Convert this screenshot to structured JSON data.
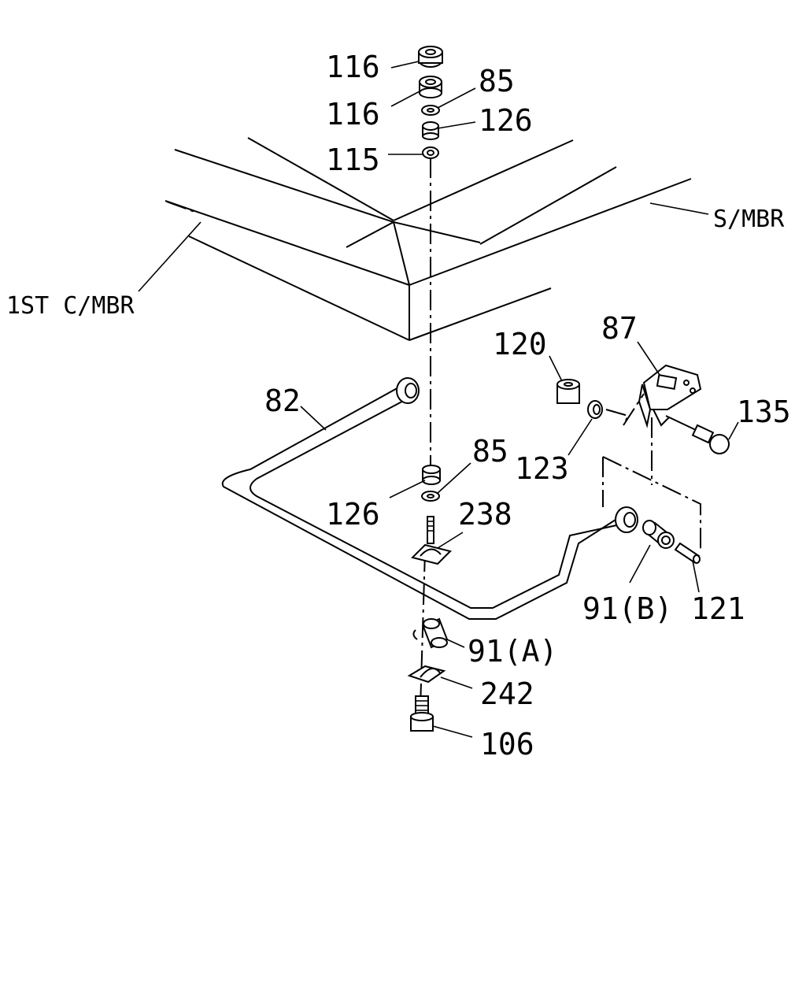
{
  "labels": {
    "nut_116_top": "116",
    "nut_116_second": "116",
    "washer_85_top": "85",
    "bushing_126_top": "126",
    "washer_115": "115",
    "side_member": "S/MBR",
    "first_cross_member": "1ST C/MBR",
    "nut_120": "120",
    "bracket_87": "87",
    "stabilizer_bar_82": "82",
    "bolt_135": "135",
    "ring_123": "123",
    "washer_85_lower": "85",
    "bushing_126_lower": "126",
    "bolt_238": "238",
    "bushing_91b": "91(B)",
    "pin_121": "121",
    "bushing_91a": "91(A)",
    "clamp_242": "242",
    "bolt_106": "106"
  }
}
